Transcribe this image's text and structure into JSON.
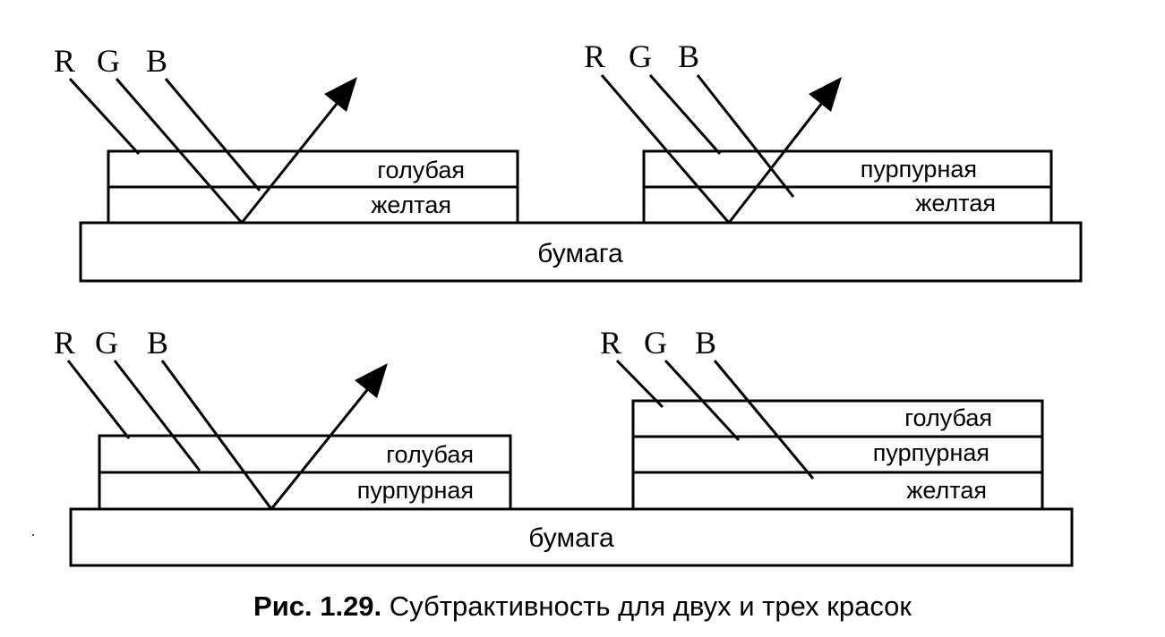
{
  "diagrams": [
    {
      "rgb": [
        "R",
        "G",
        "B"
      ],
      "layers": [
        "голубая",
        "желтая"
      ],
      "paper": "бумага"
    },
    {
      "rgb": [
        "R",
        "G",
        "B"
      ],
      "layers": [
        "пурпурная",
        "желтая"
      ],
      "paper": "бумага"
    },
    {
      "rgb": [
        "R",
        "G",
        "B"
      ],
      "layers": [
        "голубая",
        "пурпурная"
      ],
      "paper": "бумага"
    },
    {
      "rgb": [
        "R",
        "G",
        "B"
      ],
      "layers": [
        "голубая",
        "пурпурная",
        "желтая"
      ],
      "paper": ""
    }
  ],
  "caption": {
    "number": "Рис. 1.29.",
    "text": "Субтрактивность для двух и трех красок"
  }
}
